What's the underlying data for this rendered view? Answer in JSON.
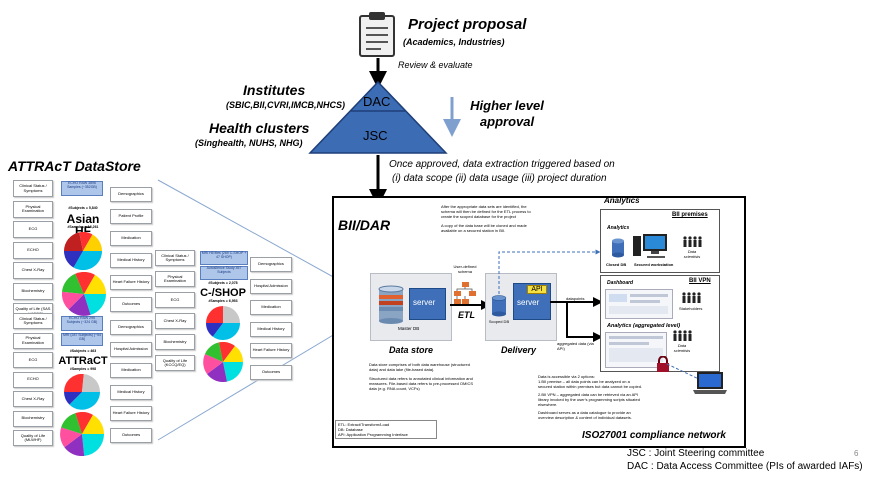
{
  "top": {
    "project_proposal": "Project proposal",
    "proposal_sub": "(Academics, Industries)",
    "review": "Review & evaluate",
    "institutes": "Institutes",
    "institutes_sub": "(SBIC,BII,CVRI,IMCB,NHCS)",
    "health_clusters": "Health clusters",
    "health_sub": "(Singhealth, NUHS, NHG)",
    "dac": "DAC",
    "jsc": "JSC",
    "higher_level": "Higher level",
    "approval": "approval",
    "once_line1": "Once approved, data extraction triggered based on",
    "once_line2": "(i) data scope (ii) data usage (iii) project duration"
  },
  "left": {
    "title": "ATTRACT DataStore",
    "title_display": "ATTRAcT DataStore",
    "asianhf": {
      "categories": [
        "Clinical Status / Symptoms",
        "Physical Examination",
        "ECG",
        "ECHO",
        "Chest X-Ray",
        "Biochemistry",
        "Quality of Life (SAS and KCCQ)"
      ],
      "right_categories": [
        "Demographics",
        "Patient Profile",
        "Medication",
        "Medical History",
        "Heart Failure History",
        "Outcomes"
      ],
      "echo_raw": "ECHO RAW 3896 Samples (~352GB)",
      "subjects": "#Subjects = 5,840",
      "name": "Asian HF",
      "samples": "#Samples = 16,261"
    },
    "cshop": {
      "categories": [
        "Clinical Status / Symptoms",
        "Physical Examination",
        "ECG",
        "Chest X-Ray",
        "Biochemistry",
        "Quality of Life (KCCQ/EQ)"
      ],
      "right_categories": [
        "Demographics",
        "Hospital Admission",
        "Medication",
        "Medical History",
        "Heart Failure History",
        "Outcomes"
      ],
      "mri": "MRI H5 files (269 C-SHOP + 47 SHOP)",
      "echo": "Autosilence Study 457 Subjects",
      "subjects": "#Subjects = 2,078",
      "name": "C-/SHOP",
      "samples": "#Samples = 6,953"
    },
    "attract": {
      "categories": [
        "Clinical Status / Symptoms",
        "Physical Examination",
        "ECG",
        "ECHO",
        "Chest X-Ray",
        "Biochemistry",
        "Quality of Life (MLWHF)"
      ],
      "right_categories": [
        "Demographics",
        "Hospital Admission",
        "Medication",
        "Medical History",
        "Heart Failure History",
        "Outcomes"
      ],
      "echo_raw": "ECHO RAW 295 Subjects (~324 GB)",
      "mri": "MRI (287 Subjects) (~54 GB)",
      "subjects": "#Subjects = 463",
      "name": "ATTRaCT",
      "samples": "#Samples = 998"
    }
  },
  "main": {
    "bii_dar": "BII/DAR",
    "desc1": "After the appropriate data sets are identified, the schema will then be defined for the ETL process to create the scoped database for the project",
    "desc2": "A copy of the data base will be cloned and made available on a secured station in BII.",
    "user_defined": "User-defined schema",
    "server": "server",
    "master_db": "Master DB",
    "etl": "ETL",
    "scoped_db": "Scoped DB",
    "api": "API",
    "data_store": "Data store",
    "delivery": "Delivery",
    "datapoints": "datapoints",
    "aggregated": "aggregated data (via API)",
    "store_desc1": "Data store comprises of both data warehouse (structured data) and data lake (file-based data).",
    "store_desc2": "Structured data refers to annotated clinical information and measures. File-based data refers to pre-processed OMICS data (e.g. RNA count, VCFs)",
    "legend1": "ETL: Extract/Transform/Load",
    "legend2": "DB: Database",
    "legend3": "API: Application Programming Interface",
    "access1": "Data is accessible via 2 options:",
    "access2": "1.BII premise – all data points can be analyzed on a secured station within premises but data cannot be copied.",
    "access3": "2.BII VPN – aggregated data can be retrieved via an API library invoked by the user's programming scripts situated elsewhere.",
    "access4": "Dashboard serves as a data catalogue to provide an overview description & content of individual datasets.",
    "iso": "ISO27001 compliance network",
    "analytics": "Analytics",
    "bii_premises": "BII premises",
    "analytics2": "Analytics",
    "closed_db": "Closed DB",
    "secured_ws": "Secured workstation",
    "data_scientists": "Data scientists",
    "bii_vpn": "BII VPN",
    "dashboard": "Dashboard",
    "stakeholders": "Stakeholders",
    "analytics_agg": "Analytics (aggregated level)",
    "data_scientists2": "Data scientists"
  },
  "footer": {
    "page": "6",
    "jsc": "JSC : Joint Steering committee",
    "dac": "DAC : Data Access Committee (PIs of awarded IAFs)"
  },
  "colors": {
    "triangle": "#3b6cb4",
    "box_blue": "#aec6ea",
    "arrow": "#7fa0cf"
  }
}
